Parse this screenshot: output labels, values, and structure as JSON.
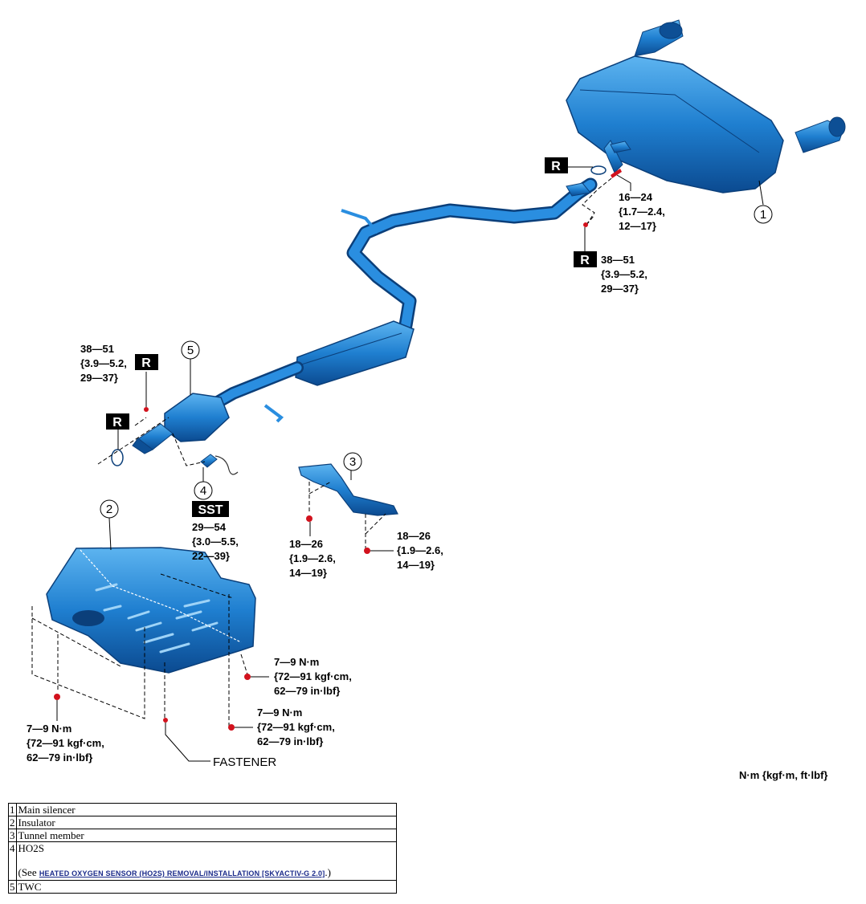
{
  "callouts": [
    "1",
    "2",
    "3",
    "4",
    "5"
  ],
  "badges": {
    "r": "R",
    "sst": "SST"
  },
  "torques": {
    "main_silencer_upper": [
      "16—24",
      "{1.7—2.4,",
      "12—17}"
    ],
    "main_silencer_lower": [
      "38—51",
      "{3.9—5.2,",
      "29—37}"
    ],
    "twc_front": [
      "38—51",
      "{3.9—5.2,",
      "29—37}"
    ],
    "ho2s": [
      "29—54",
      "{3.0—5.5,",
      "22—39}"
    ],
    "tunnel_left": [
      "18—26",
      "{1.9—2.6,",
      "14—19}"
    ],
    "tunnel_right": [
      "18—26",
      "{1.9—2.6,",
      "14—19}"
    ],
    "insulator_right_upper": [
      "7—9 N·m",
      "{72—91 kgf·cm,",
      "62—79 in·lbf}"
    ],
    "insulator_right_lower": [
      "7—9 N·m",
      "{72—91 kgf·cm,",
      "62—79 in·lbf}"
    ],
    "insulator_left": [
      "7—9 N·m",
      "{72—91 kgf·cm,",
      "62—79 in·lbf}"
    ]
  },
  "fastener_label": "FASTENER",
  "unit_label": "N·m {kgf·m, ft·lbf}",
  "parts": [
    {
      "num": "1",
      "name": "Main silencer"
    },
    {
      "num": "2",
      "name": "Insulator"
    },
    {
      "num": "3",
      "name": "Tunnel member"
    },
    {
      "num": "4",
      "name": "HO2S",
      "see_prefix": "(See ",
      "see_link": "HEATED OXYGEN SENSOR (HO2S) REMOVAL/INSTALLATION [SKYACTIV-G 2.0]",
      "see_suffix": ".)"
    },
    {
      "num": "5",
      "name": "TWC"
    }
  ],
  "colors": {
    "part_blue": "#1f7fd0",
    "part_dark": "#0d4f95",
    "torque_mark": "#d2121d"
  }
}
